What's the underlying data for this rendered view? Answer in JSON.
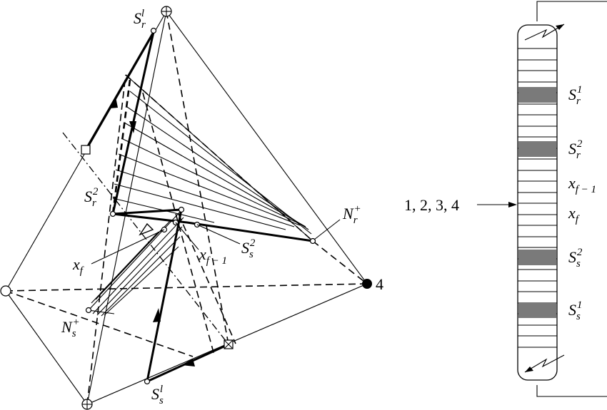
{
  "tetrahedron": {
    "vertex_labels": {
      "right_vertex": "4"
    },
    "points": {
      "s_r_l": {
        "base": "S",
        "sub": "r",
        "sup": "l"
      },
      "s_r_2": {
        "base": "S",
        "sub": "r",
        "sup": "2"
      },
      "n_r_plus": {
        "base": "N",
        "sub": "r",
        "sup": "+"
      },
      "x_f": {
        "base": "x",
        "sub": "f",
        "sup": ""
      },
      "x_f_1": {
        "base": "x",
        "sub": "f − 1",
        "sup": ""
      },
      "s_s_2": {
        "base": "S",
        "sub": "s",
        "sup": "2"
      },
      "n_s_plus": {
        "base": "N",
        "sub": "s",
        "sup": "+"
      },
      "s_s_l": {
        "base": "S",
        "sub": "s",
        "sup": "l"
      }
    }
  },
  "column": {
    "feed_label": "1, 2, 3, 4",
    "labels": {
      "s_r_1": {
        "base": "S",
        "sub": "r",
        "sup": "1"
      },
      "s_r_2": {
        "base": "S",
        "sub": "r",
        "sup": "2"
      },
      "x_f_1": {
        "base": "x",
        "sub": "f − 1",
        "sup": ""
      },
      "x_f": {
        "base": "x",
        "sub": "f",
        "sup": ""
      },
      "s_s_2": {
        "base": "S",
        "sub": "s",
        "sup": "2"
      },
      "s_s_1": {
        "base": "S",
        "sub": "s",
        "sup": "1"
      }
    },
    "shaded_sections": [
      "S_r^1",
      "S_r^2",
      "S_s^2",
      "S_s^1"
    ],
    "colors": {
      "shaded_stage": "#7a7a7a"
    }
  }
}
